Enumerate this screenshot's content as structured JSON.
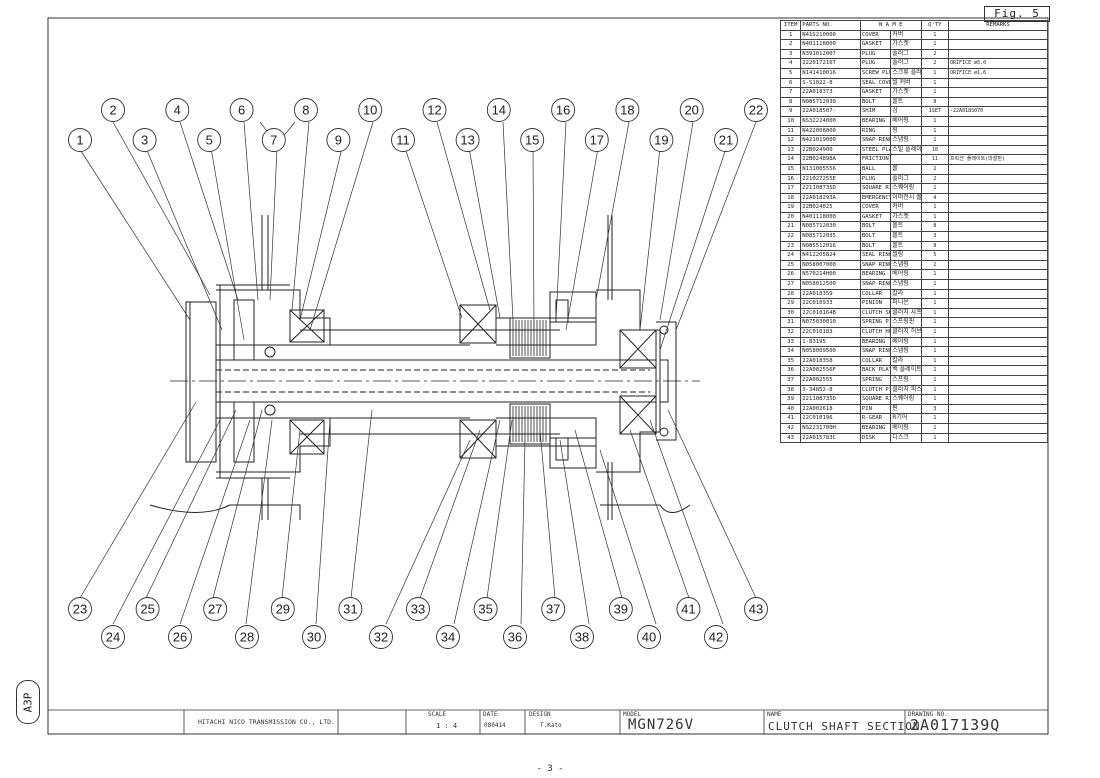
{
  "figure_label": "Fig. 5",
  "sheet_size": "A3P",
  "page_number": "- 3 -",
  "parts_header": {
    "item": "ITEM",
    "parts_no": "PARTS NO.",
    "name": "N A M E",
    "qty": "Q'TY",
    "remarks": "REMARKS"
  },
  "parts": [
    {
      "item": "1",
      "no": "N41S210000",
      "en": "COVER",
      "kr": "커버",
      "qty": "1",
      "rem": ""
    },
    {
      "item": "2",
      "no": "N401118000",
      "en": "GASKET",
      "kr": "가스켓",
      "qty": "1",
      "rem": ""
    },
    {
      "item": "3",
      "no": "N391012007",
      "en": "PLUG",
      "kr": "플러그",
      "qty": "2",
      "rem": ""
    },
    {
      "item": "4",
      "no": "222017216T",
      "en": "PLUG",
      "kr": "플러그",
      "qty": "2",
      "rem": "ORIFICE ø5.0"
    },
    {
      "item": "5",
      "no": "N141410016",
      "en": "SCREW PLUG",
      "kr": "스크류 플러그",
      "qty": "1",
      "rem": "ORIFICE ø1.6"
    },
    {
      "item": "6",
      "no": "S-S1022-8",
      "en": "SEAL COVER",
      "kr": "씰 커버",
      "qty": "1",
      "rem": ""
    },
    {
      "item": "7",
      "no": "22A018373",
      "en": "GASKET",
      "kr": "가스켓",
      "qty": "1",
      "rem": ""
    },
    {
      "item": "8",
      "no": "N085712030",
      "en": "BOLT",
      "kr": "볼트",
      "qty": "8",
      "rem": ""
    },
    {
      "item": "9",
      "no": "22A018507-",
      "en": "SHIM",
      "kr": "심",
      "qty": "1SET",
      "rem": "-22A018S070"
    },
    {
      "item": "10",
      "no": "NS32224000",
      "en": "BEARING",
      "kr": "베어링",
      "qty": "1",
      "rem": ""
    },
    {
      "item": "11",
      "no": "N422008000",
      "en": "RING",
      "kr": "링",
      "qty": "1",
      "rem": ""
    },
    {
      "item": "12",
      "no": "N421019000",
      "en": "SNAP RING",
      "kr": "스냅링",
      "qty": "1",
      "rem": ""
    },
    {
      "item": "13",
      "no": "22B024900",
      "en": "STEEL PLATE",
      "kr": "스틸 플레이트",
      "qty": "10",
      "rem": ""
    },
    {
      "item": "14",
      "no": "22B024898A",
      "en": "FRICTION PLATE",
      "kr": "",
      "qty": "11",
      "rem": "프릭션 플레이트(마찰판)"
    },
    {
      "item": "15",
      "no": "N131005556",
      "en": "BALL",
      "kr": "볼",
      "qty": "2",
      "rem": ""
    },
    {
      "item": "16",
      "no": "221027255E",
      "en": "PLUG",
      "kr": "플러그",
      "qty": "2",
      "rem": ""
    },
    {
      "item": "17",
      "no": "221108735D",
      "en": "SQUARE RING",
      "kr": "스퀘어링",
      "qty": "1",
      "rem": ""
    },
    {
      "item": "18",
      "no": "22A018293A",
      "en": "EMERGENCY BOLT",
      "kr": "이머전시 볼트",
      "qty": "4",
      "rem": ""
    },
    {
      "item": "19",
      "no": "22B024025",
      "en": "COVER",
      "kr": "커버",
      "qty": "1",
      "rem": ""
    },
    {
      "item": "20",
      "no": "N401118000",
      "en": "GASKET",
      "kr": "가스켓",
      "qty": "1",
      "rem": ""
    },
    {
      "item": "21",
      "no": "N085712030",
      "en": "BOLT",
      "kr": "볼트",
      "qty": "8",
      "rem": ""
    },
    {
      "item": "22",
      "no": "N085712035",
      "en": "BOLT",
      "kr": "볼트",
      "qty": "3",
      "rem": ""
    },
    {
      "item": "23",
      "no": "N085512016",
      "en": "BOLT",
      "kr": "볼트",
      "qty": "8",
      "rem": ""
    },
    {
      "item": "24",
      "no": "N412205824",
      "en": "SEAL RING",
      "kr": "씰링",
      "qty": "5",
      "rem": ""
    },
    {
      "item": "25",
      "no": "N058007000",
      "en": "SNAP RING",
      "kr": "스냅링",
      "qty": "2",
      "rem": ""
    },
    {
      "item": "26",
      "no": "N570214H00",
      "en": "BEARING",
      "kr": "베어링",
      "qty": "1",
      "rem": ""
    },
    {
      "item": "27",
      "no": "N058012500",
      "en": "SNAP RING",
      "kr": "스냅링",
      "qty": "1",
      "rem": ""
    },
    {
      "item": "28",
      "no": "22A018359",
      "en": "COLLAR",
      "kr": "칼라",
      "qty": "1",
      "rem": ""
    },
    {
      "item": "29",
      "no": "22C010933",
      "en": "PINION",
      "kr": "피니온",
      "qty": "1",
      "rem": ""
    },
    {
      "item": "30",
      "no": "22C010164B",
      "en": "CLUTCH SHAFT",
      "kr": "클러치 샤프트",
      "qty": "1",
      "rem": ""
    },
    {
      "item": "31",
      "no": "N075030010",
      "en": "SPRING PIN",
      "kr": "스프링핀",
      "qty": "1",
      "rem": ""
    },
    {
      "item": "32",
      "no": "22C010183",
      "en": "CLUTCH HUB",
      "kr": "클러치 허브",
      "qty": "1",
      "rem": ""
    },
    {
      "item": "33",
      "no": "1-83195",
      "en": "BEARING",
      "kr": "베어링",
      "qty": "1",
      "rem": ""
    },
    {
      "item": "34",
      "no": "N058009500",
      "en": "SNAP RING",
      "kr": "스냅링",
      "qty": "1",
      "rem": ""
    },
    {
      "item": "35",
      "no": "22A018358",
      "en": "COLLAR",
      "kr": "칼라",
      "qty": "1",
      "rem": ""
    },
    {
      "item": "36",
      "no": "22A002556F",
      "en": "BACK PLATE",
      "kr": "백 플레이트",
      "qty": "1",
      "rem": ""
    },
    {
      "item": "37",
      "no": "22A002555",
      "en": "SPRING",
      "kr": "스프링",
      "qty": "1",
      "rem": ""
    },
    {
      "item": "38",
      "no": "3-34852-8",
      "en": "CLUTCH PISTON",
      "kr": "클러치 피스톤",
      "qty": "1",
      "rem": ""
    },
    {
      "item": "39",
      "no": "221108735D",
      "en": "SQUARE RING",
      "kr": "스퀘어링",
      "qty": "1",
      "rem": ""
    },
    {
      "item": "40",
      "no": "22A002618",
      "en": "PIN",
      "kr": "핀",
      "qty": "3",
      "rem": ""
    },
    {
      "item": "41",
      "no": "22C010196",
      "en": "R-GEAR",
      "kr": "R기어",
      "qty": "1",
      "rem": ""
    },
    {
      "item": "42",
      "no": "NS2231700H",
      "en": "BEARING",
      "kr": "베어링",
      "qty": "1",
      "rem": ""
    },
    {
      "item": "43",
      "no": "22A015783C",
      "en": "DISK",
      "kr": "디스크",
      "qty": "1",
      "rem": ""
    }
  ],
  "balloons_top_upper": [
    "2",
    "4",
    "6",
    "8",
    "10",
    "12",
    "14",
    "16",
    "18",
    "20",
    "22"
  ],
  "balloons_top_lower": [
    "1",
    "3",
    "5",
    "7",
    "9",
    "11",
    "13",
    "15",
    "17",
    "19",
    "21"
  ],
  "balloons_bottom_upper": [
    "23",
    "25",
    "27",
    "29",
    "31",
    "33",
    "35",
    "37",
    "39",
    "41",
    "43"
  ],
  "balloons_bottom_lower": [
    "24",
    "26",
    "28",
    "30",
    "32",
    "34",
    "36",
    "38",
    "40",
    "42"
  ],
  "title_block": {
    "company": "HITACHI NICO TRANSMISSION CO., LTD.",
    "scale_label": "SCALE",
    "scale_value": "1 : 4",
    "date_label": "DATE",
    "date_value": "080414",
    "design_label": "DESIGN",
    "design_value": "T.Kato",
    "model_label": "MODEL",
    "model_value": "MGN726V",
    "name_label": "NAME",
    "name_value": "CLUTCH SHAFT SECTION",
    "drawing_label": "DRAWING NO.",
    "drawing_value": "2A017139Q"
  }
}
